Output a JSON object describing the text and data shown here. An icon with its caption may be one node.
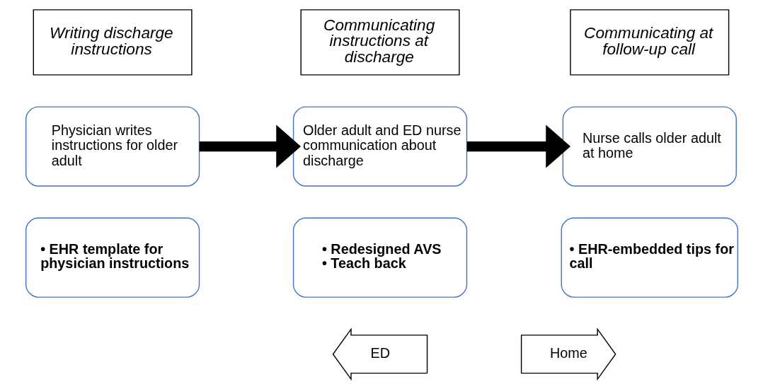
{
  "diagram": {
    "nodes": [
      {
        "text": [
          "Writing discharge instructions"
        ]
      },
      {
        "text": [
          "Communicating instructions at discharge"
        ]
      },
      {
        "text": [
          "Communicating at follow-up call"
        ]
      },
      {
        "text": [
          "Physician writes instructions for older adult"
        ]
      },
      {
        "text": [
          "• EHR template for physician instructions"
        ]
      },
      {
        "text": [
          "Older adult and ED nurse communication about discharge"
        ]
      },
      {
        "text": [
          "• Redesigned AVS",
          "• Teach back"
        ]
      },
      {
        "text": [
          "Nurse calls older adult at home"
        ]
      },
      {
        "text": [
          "• EHR-embedded tips for call"
        ]
      },
      {
        "text": [
          "ED"
        ]
      },
      {
        "text": [
          "Home"
        ]
      }
    ],
    "edges": [
      {
        "from": 3,
        "to": 5,
        "arrow": "to"
      },
      {
        "from": 5,
        "to": 7,
        "arrow": "to"
      }
    ]
  }
}
